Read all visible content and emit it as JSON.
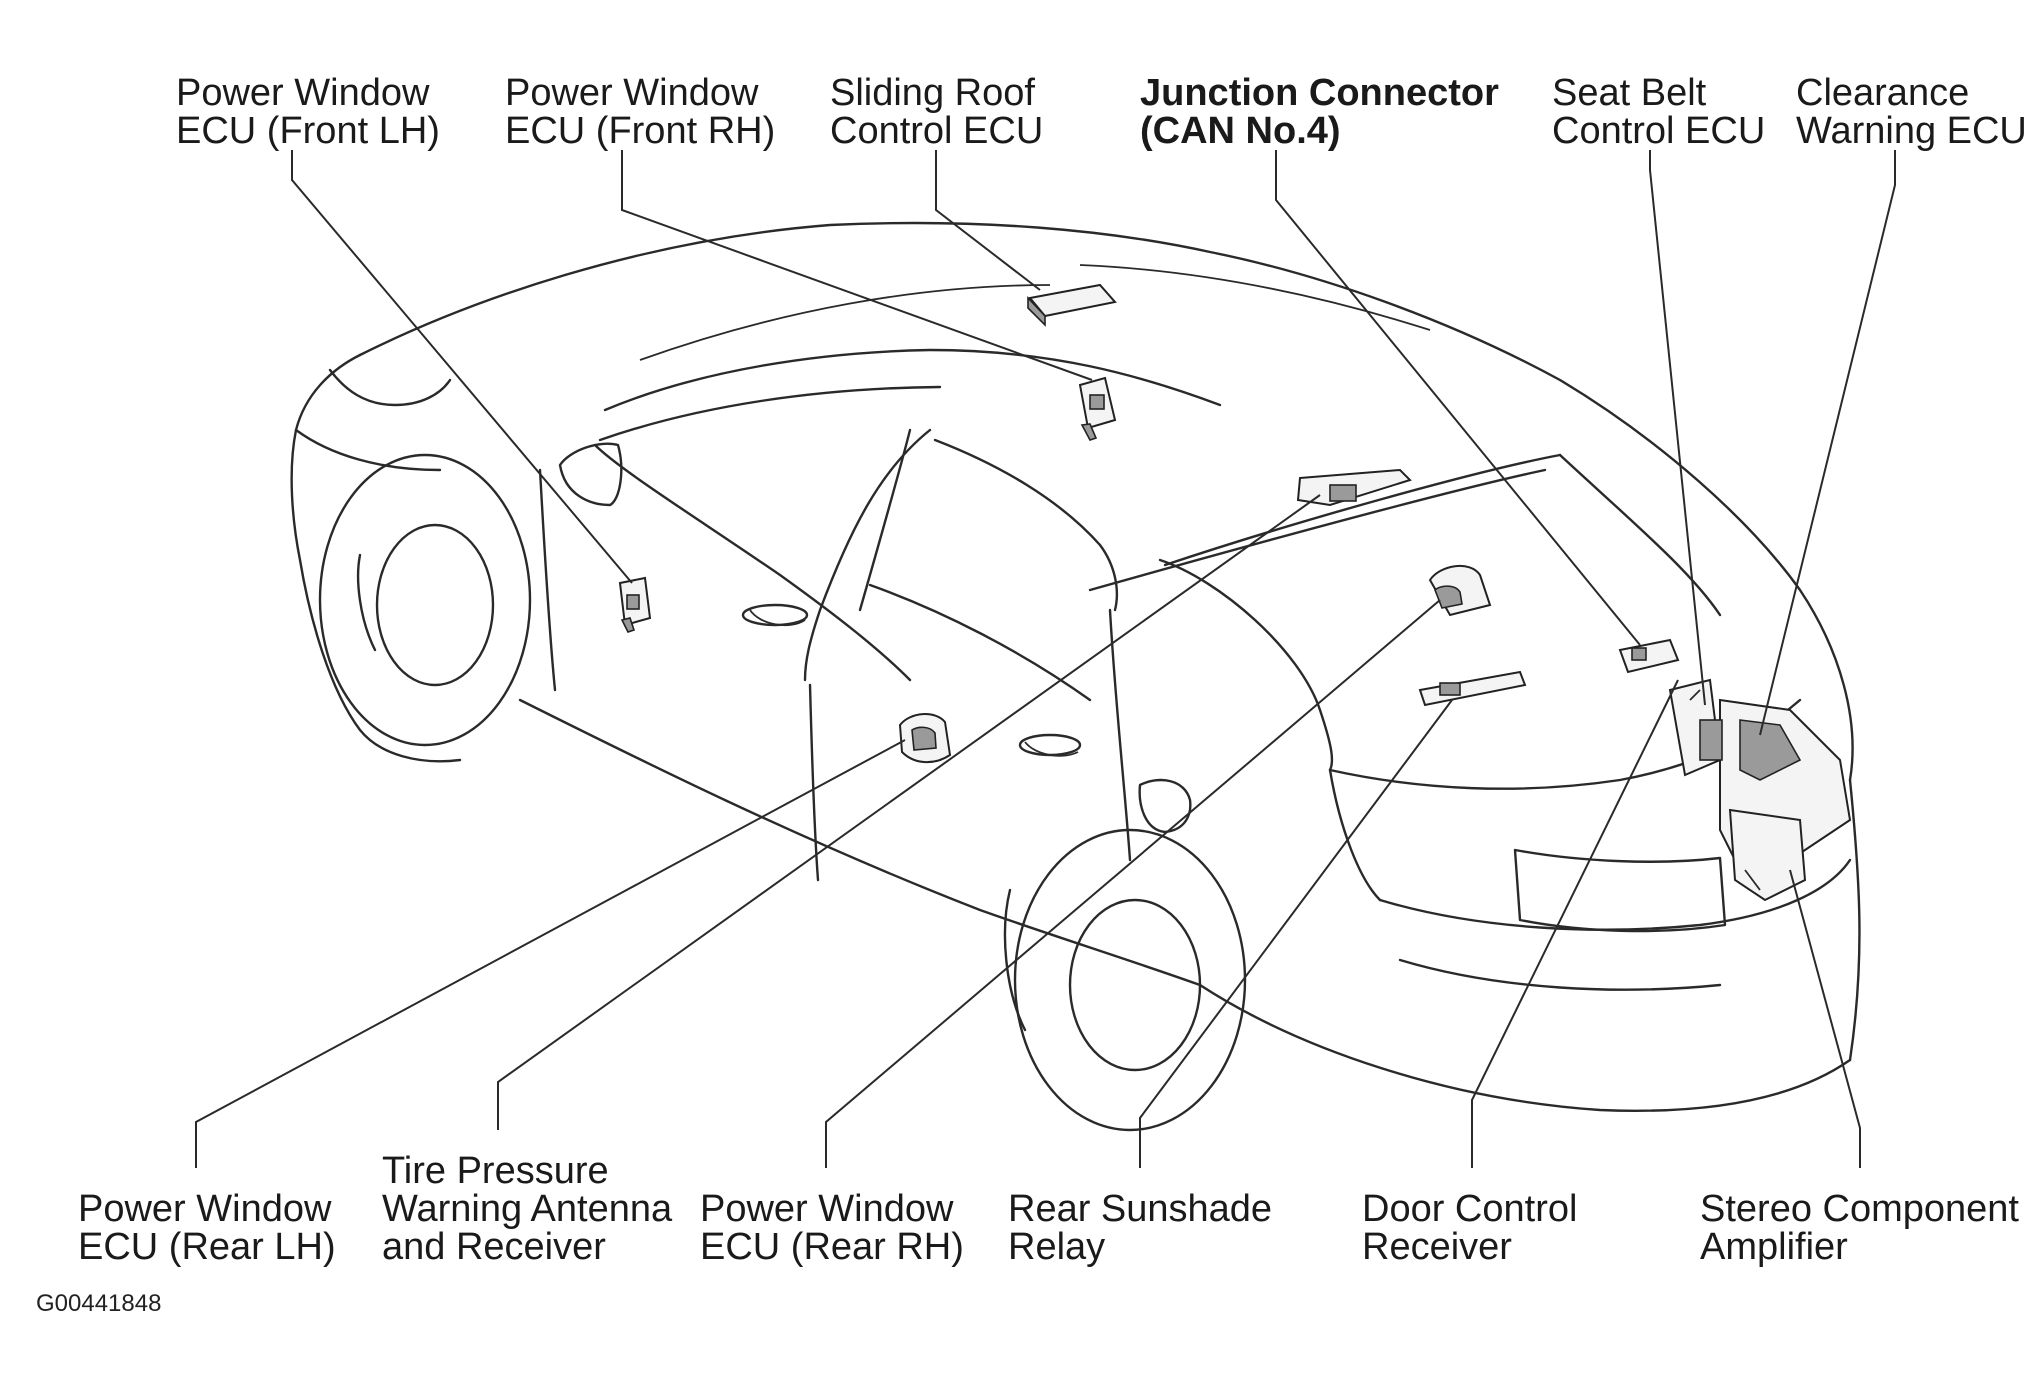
{
  "figure_code": "G00441848",
  "labels": {
    "pw_front_lh": [
      "Power Window",
      "ECU (Front LH)"
    ],
    "pw_front_rh": [
      "Power Window",
      "ECU (Front RH)"
    ],
    "sliding_roof": [
      "Sliding Roof",
      "Control ECU"
    ],
    "junction": [
      "Junction Connector",
      "(CAN No.4)"
    ],
    "seat_belt": [
      "Seat Belt",
      "Control ECU"
    ],
    "clearance": [
      "Clearance",
      "Warning ECU"
    ],
    "pw_rear_lh": [
      "Power Window",
      "ECU (Rear LH)"
    ],
    "tire_pressure": [
      "Tire Pressure",
      "Warning Antenna",
      "and Receiver"
    ],
    "pw_rear_rh": [
      "Power Window",
      "ECU (Rear RH)"
    ],
    "rear_sunshade": [
      "Rear Sunshade",
      "Relay"
    ],
    "door_control": [
      "Door Control",
      "Receiver"
    ],
    "stereo": [
      "Stereo Component",
      "Amplifier"
    ]
  }
}
